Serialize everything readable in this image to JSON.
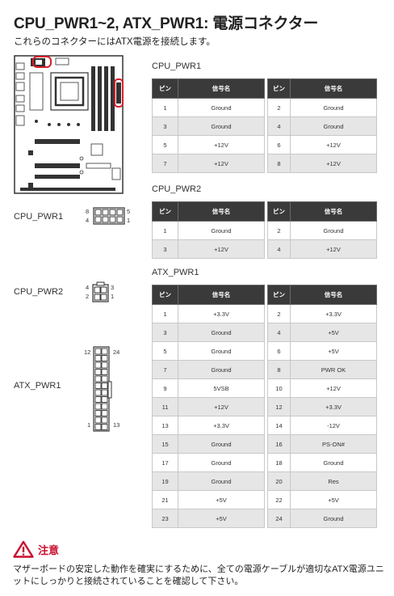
{
  "header": {
    "title": "CPU_PWR1~2, ATX_PWR1: 電源コネクター",
    "subtitle": "これらのコネクターにはATX電源を接続します。"
  },
  "columns": {
    "pin": "ピン",
    "signal": "信号名"
  },
  "tables": {
    "cpu_pwr1": {
      "label": "CPU_PWR1",
      "rows": [
        [
          "1",
          "Ground",
          "2",
          "Ground"
        ],
        [
          "3",
          "Ground",
          "4",
          "Ground"
        ],
        [
          "5",
          "+12V",
          "6",
          "+12V"
        ],
        [
          "7",
          "+12V",
          "8",
          "+12V"
        ]
      ]
    },
    "cpu_pwr2": {
      "label": "CPU_PWR2",
      "rows": [
        [
          "1",
          "Ground",
          "2",
          "Ground"
        ],
        [
          "3",
          "+12V",
          "4",
          "+12V"
        ]
      ]
    },
    "atx_pwr1": {
      "label": "ATX_PWR1",
      "rows": [
        [
          "1",
          "+3.3V",
          "2",
          "+3.3V"
        ],
        [
          "3",
          "Ground",
          "4",
          "+5V"
        ],
        [
          "5",
          "Ground",
          "6",
          "+5V"
        ],
        [
          "7",
          "Ground",
          "8",
          "PWR OK"
        ],
        [
          "9",
          "5VSB",
          "10",
          "+12V"
        ],
        [
          "11",
          "+12V",
          "12",
          "+3.3V"
        ],
        [
          "13",
          "+3.3V",
          "14",
          "-12V"
        ],
        [
          "15",
          "Ground",
          "16",
          "PS-ON#"
        ],
        [
          "17",
          "Ground",
          "18",
          "Ground"
        ],
        [
          "19",
          "Ground",
          "20",
          "Res"
        ],
        [
          "21",
          "+5V",
          "22",
          "+5V"
        ],
        [
          "23",
          "+5V",
          "24",
          "Ground"
        ]
      ]
    }
  },
  "connectors": {
    "cpu_pwr1": {
      "label": "CPU_PWR1",
      "pin_tl": "8",
      "pin_bl": "4",
      "pin_tr": "5",
      "pin_br": "1"
    },
    "cpu_pwr2": {
      "label": "CPU_PWR2",
      "pin_tl": "4",
      "pin_bl": "2",
      "pin_tr": "3",
      "pin_br": "1"
    },
    "atx_pwr1": {
      "label": "ATX_PWR1",
      "pin_tl": "12",
      "pin_tr": "24",
      "pin_bl": "1",
      "pin_br": "13"
    }
  },
  "caution": {
    "title": "注意",
    "body": "マザーボードの安定した動作を確実にするために、全ての電源ケーブルが適切なATX電源ユニットにしっかりと接続されていることを確認して下さい。",
    "color": "#c8102e"
  },
  "icons": {
    "warning": "warning-triangle-icon"
  }
}
